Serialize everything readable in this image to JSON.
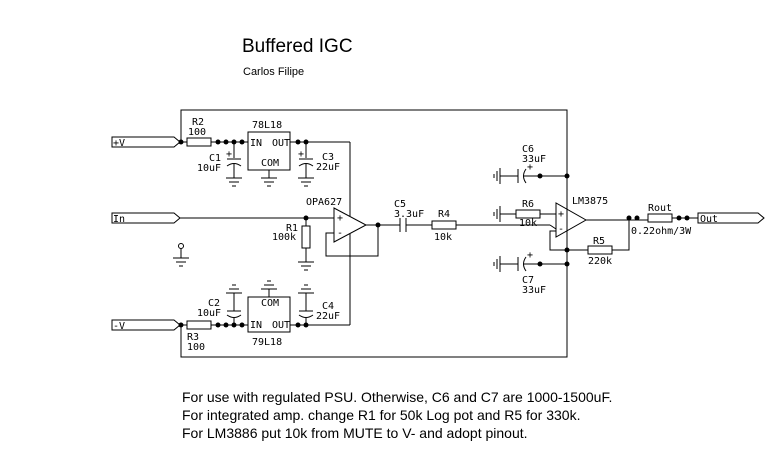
{
  "header": {
    "title": "Buffered IGC",
    "author": "Carlos Filipe"
  },
  "ports": {
    "vplus": "+V",
    "input": "In",
    "vminus": "-V",
    "output": "Out"
  },
  "components": {
    "r2": {
      "ref": "R2",
      "value": "100"
    },
    "r3": {
      "ref": "R3",
      "value": "100"
    },
    "c1": {
      "ref": "C1",
      "value": "10uF"
    },
    "c2": {
      "ref": "C2",
      "value": "10uF"
    },
    "c3": {
      "ref": "C3",
      "value": "22uF"
    },
    "c4": {
      "ref": "C4",
      "value": "22uF"
    },
    "reg_pos": {
      "ref": "78L18",
      "in": "IN",
      "out": "OUT",
      "com": "COM"
    },
    "reg_neg": {
      "ref": "79L18",
      "in": "IN",
      "out": "OUT",
      "com": "COM"
    },
    "opamp": {
      "ref": "OPA627"
    },
    "r1": {
      "ref": "R1",
      "value": "100k"
    },
    "c5": {
      "ref": "C5",
      "value": "3.3uF"
    },
    "r4": {
      "ref": "R4",
      "value": "10k"
    },
    "c6": {
      "ref": "C6",
      "value": "33uF"
    },
    "c7": {
      "ref": "C7",
      "value": "33uF"
    },
    "r6": {
      "ref": "R6",
      "value": "10k"
    },
    "r5": {
      "ref": "R5",
      "value": "220k"
    },
    "amp": {
      "ref": "LM3875"
    },
    "rout": {
      "ref": "Rout",
      "value": "0.22ohm/3W"
    }
  },
  "notes": [
    "For use with regulated PSU. Otherwise, C6 and C7 are 1000-1500uF.",
    "For integrated amp. change R1 for 50k Log pot and R5 for 330k.",
    "For LM3886 put 10k from MUTE to V- and adopt pinout."
  ]
}
